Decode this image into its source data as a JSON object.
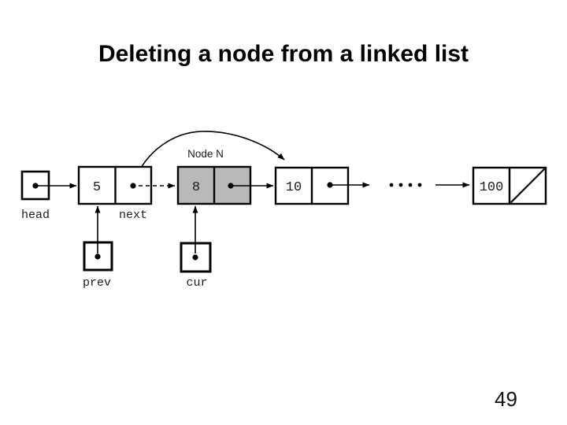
{
  "slide": {
    "title": "Deleting a node from a linked list",
    "page_number": "49"
  },
  "diagram": {
    "node_n_label": "Node N",
    "pointer_labels": {
      "head": "head",
      "next": "next",
      "prev": "prev",
      "cur": "cur"
    },
    "nodes": [
      {
        "value": "5",
        "fill": "white",
        "role": "previous node"
      },
      {
        "value": "8",
        "fill": "gray",
        "role": "node being deleted (Node N)"
      },
      {
        "value": "10",
        "fill": "white",
        "role": "next node"
      },
      {
        "value": "100",
        "fill": "white",
        "role": "last node, null next pointer"
      }
    ],
    "ellipsis": "....",
    "colors": {
      "line": "#000000",
      "deleted_node_fill": "#b9b9b9",
      "label_text": "#1c1c1c"
    }
  }
}
